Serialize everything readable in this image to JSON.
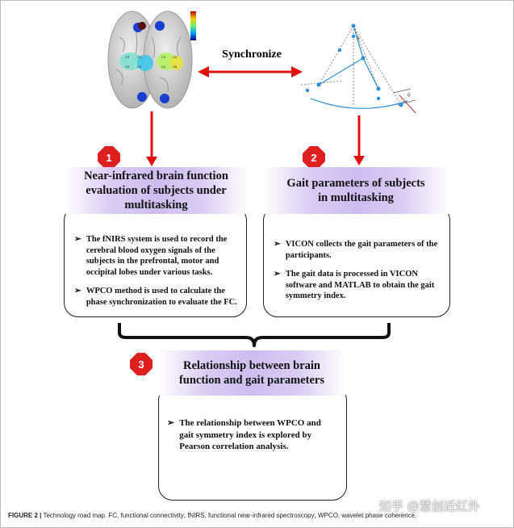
{
  "sync_label": "Synchronize",
  "step1": {
    "number": "1",
    "title": "Near-infrared brain function evaluation of subjects under multitasking",
    "bullet_mark": "➢",
    "bullets": [
      "The fNIRS system is used to record the cerebral blood oxygen signals of the subjects in the prefrontal, motor and occipital lobes under various tasks.",
      "WPCO method is used to calculate the phase synchronization to evaluate the FC."
    ]
  },
  "step2": {
    "number": "2",
    "title": "Gait parameters of subjects in multitasking",
    "bullets": [
      "VICON collects the gait parameters of the participants.",
      "The gait data is processed in VICON software and MATLAB to obtain the gait symmetry index."
    ]
  },
  "step3": {
    "number": "3",
    "title": "Relationship between brain function and gait parameters",
    "bullets": [
      "The relationship between WPCO and gait symmetry index is explored by Pearson correlation analysis."
    ]
  },
  "brain_labels": [
    "C5",
    "C4",
    "C3",
    "C4",
    "C6",
    "C5",
    "C2",
    "C6"
  ],
  "gait_symbols": [
    "θ",
    "θ"
  ],
  "caption": {
    "label": "FIGURE 2 |",
    "text": " Technology road map. FC, functional connectivity; fNIRS, functional near-infrared spectroscopy; WPCO, wavelet phase coherence."
  },
  "watermark": "知乎 @慧创近红外",
  "colors": {
    "arrow": "#e01010",
    "badge": "#dd1f1f",
    "header": "#cdbdf0",
    "gait_line": "#2a8fd4"
  }
}
